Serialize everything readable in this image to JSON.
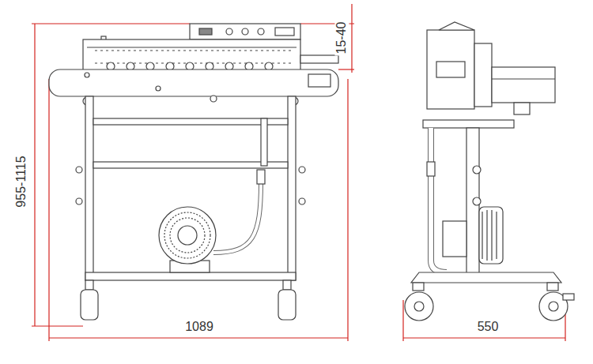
{
  "diagram": {
    "labels": [
      "15-40",
      "955-1115",
      "1089",
      "550"
    ]
  }
}
